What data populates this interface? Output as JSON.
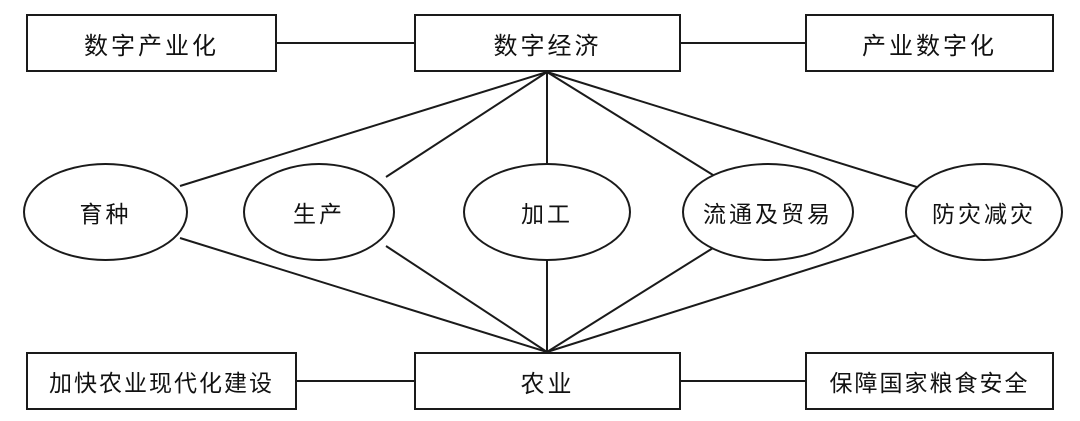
{
  "top_row": {
    "left": "数字产业化",
    "center": "数字经济",
    "right": "产业数字化"
  },
  "middle_row": {
    "stages": [
      "育种",
      "生产",
      "加工",
      "流通及贸易",
      "防灾减灾"
    ]
  },
  "bottom_row": {
    "left": "加快农业现代化建设",
    "center": "农业",
    "right": "保障国家粮食安全"
  },
  "colors": {
    "line": "#1a1a1a",
    "background": "#ffffff",
    "text": "#111111"
  }
}
